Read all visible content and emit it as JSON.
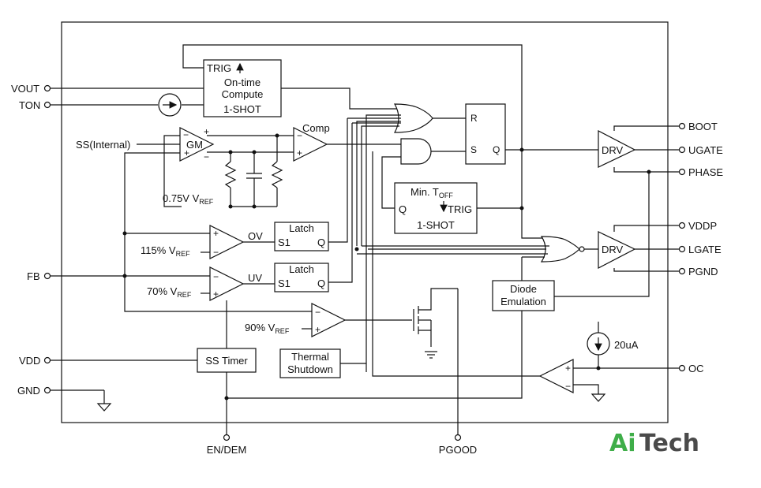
{
  "pins_left": {
    "vout": "VOUT",
    "ton": "TON",
    "fb": "FB",
    "vdd": "VDD",
    "gnd": "GND"
  },
  "pins_right": {
    "boot": "BOOT",
    "ugate": "UGATE",
    "phase": "PHASE",
    "vddp": "VDDP",
    "lgate": "LGATE",
    "pgnd": "PGND",
    "oc": "OC"
  },
  "pins_bottom": {
    "en_dem": "EN/DEM",
    "pgood": "PGOOD"
  },
  "blocks": {
    "ontime": {
      "trig": "TRIG",
      "line1": "On-time",
      "line2": "Compute",
      "line3": "1-SHOT"
    },
    "ss_internal": "SS(Internal)",
    "gm": "GM",
    "comp": "Comp",
    "ref075": "0.75V V",
    "ref_sub": "REF",
    "sr_r": "R",
    "sr_s": "S",
    "sr_q": "Q",
    "mintoff": {
      "title": "Min. T",
      "title_sub": "OFF",
      "q": "Q",
      "trig": "TRIG",
      "oneshot": "1-SHOT"
    },
    "drv": "DRV",
    "ov": "OV",
    "uv": "UV",
    "ref115": "115% V",
    "ref70": "70% V",
    "ref90": "90% V",
    "latch": "Latch",
    "latch_s1": "S1",
    "latch_q": "Q",
    "diode_line1": "Diode",
    "diode_line2": "Emulation",
    "ss_timer": "SS Timer",
    "thermal_line1": "Thermal",
    "thermal_line2": "Shutdown",
    "current_source": "20uA",
    "plus": "+",
    "minus": "−"
  },
  "logo": {
    "part1": "Ai",
    "part2": "Tech"
  }
}
